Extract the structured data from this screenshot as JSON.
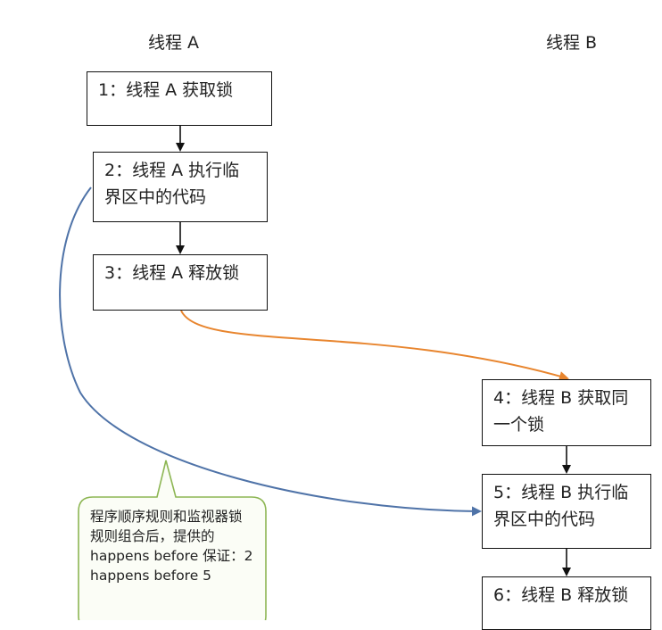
{
  "headers": {
    "thread_a": "线程 A",
    "thread_b": "线程 B"
  },
  "steps": {
    "step1": "1：线程 A 获取锁",
    "step2": "2：线程 A 执行临界区中的代码",
    "step3": "3：线程 A 释放锁",
    "step4": "4：线程 B 获取同一个锁",
    "step5": "5：线程 B 执行临界区中的代码",
    "step6": "6：线程 B 释放锁"
  },
  "note": "程序顺序规则和监视器锁规则组合后，提供的 happens before 保证：2 happens before 5",
  "colors": {
    "box_border": "#111111",
    "orange_arrow": "#e8852e",
    "blue_arrow": "#4f73a8",
    "callout_border": "#8db654",
    "callout_fill": "#fbfdf6"
  }
}
